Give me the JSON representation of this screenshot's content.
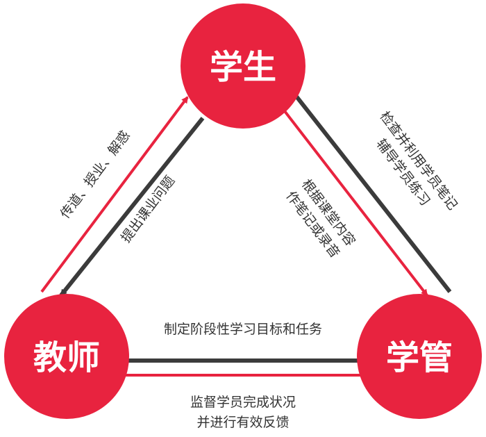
{
  "colors": {
    "red": "#e8233f",
    "dark": "#3b3b3b",
    "text": "#333333",
    "node_text": "#ffffff"
  },
  "nodes": {
    "student": "学生",
    "teacher": "教师",
    "manager": "学管"
  },
  "edges": {
    "teacher_to_student": [
      "传道、授业、解惑"
    ],
    "student_to_teacher": [
      "提出课业问题"
    ],
    "manager_to_student": [
      "检查并利用学员笔记",
      "辅导学员练习"
    ],
    "student_to_manager": [
      "根据课堂内容",
      "作笔记或录音"
    ],
    "teacher_to_manager": [
      "制定阶段性学习目标和任务"
    ],
    "manager_to_teacher": [
      "监督学员完成状况",
      "并进行有效反馈"
    ]
  }
}
